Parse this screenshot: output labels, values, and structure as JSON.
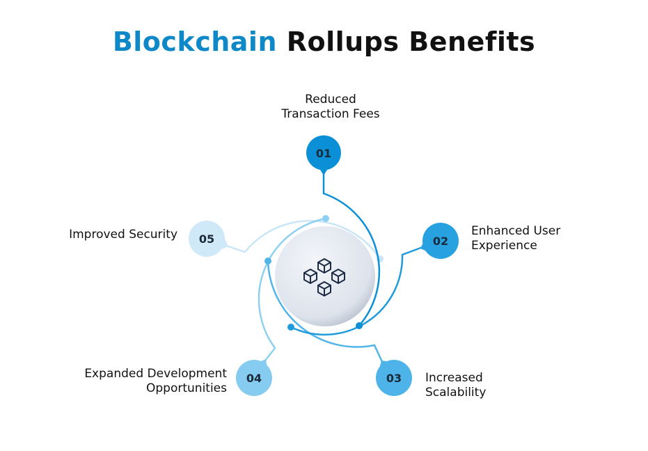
{
  "title": {
    "accent": "Blockchain",
    "rest": "Rollups Benefits"
  },
  "benefits": [
    {
      "number": "01",
      "line1": "Reduced",
      "line2": "Transaction Fees",
      "color": "#0b8fd6"
    },
    {
      "number": "02",
      "line1": "Enhanced User",
      "line2": "Experience",
      "color": "#28a1e0"
    },
    {
      "number": "03",
      "line1": "Increased",
      "line2": "Scalability",
      "color": "#4db3e8"
    },
    {
      "number": "04",
      "line1": "Expanded Development",
      "line2": "Opportunities",
      "color": "#86ccf0"
    },
    {
      "number": "05",
      "line1": "Improved Security",
      "line2": "",
      "color": "#cfe9f8"
    }
  ],
  "center_icon": "blockchain-cubes-icon"
}
